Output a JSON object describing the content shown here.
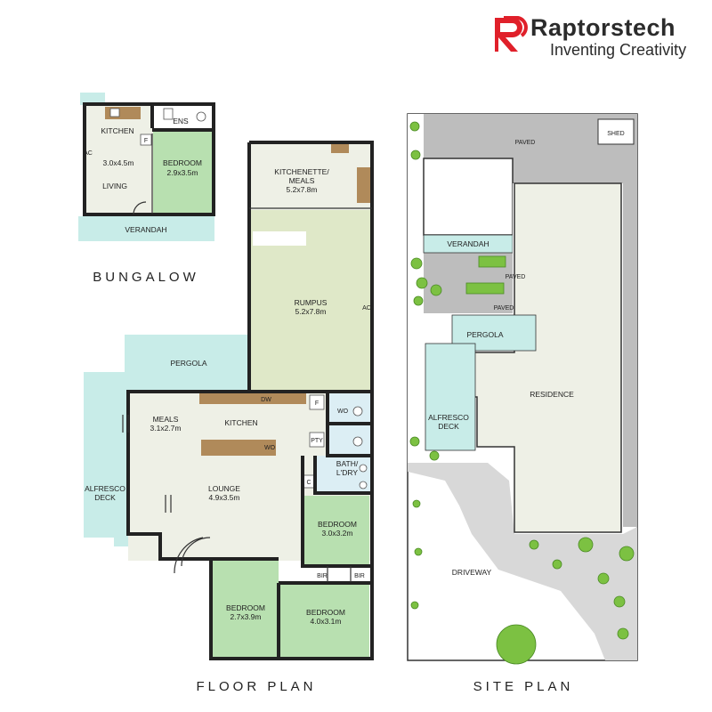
{
  "brand": {
    "name": "Raptorstech",
    "tagline": "Inventing Creativity",
    "colors": {
      "logo_red": "#e0202a",
      "text": "#2b2b2b"
    }
  },
  "colors": {
    "living_area": "#eef0e6",
    "bedroom": "#b8e0b0",
    "outdoor": "#c8ece8",
    "paved": "#bdbdbd",
    "driveway": "#d8d8d8",
    "lawn": "#ffffff",
    "tree": "#7cc142",
    "cabinet": "#b08a5a"
  },
  "bungalow": {
    "caption": "BUNGALOW",
    "rooms": {
      "kitchen": "KITCHEN",
      "kitchen_size": "3.0x4.5m",
      "living": "LIVING",
      "ens": "ENS",
      "bedroom": "BEDROOM",
      "bedroom_size": "2.9x3.5m",
      "verandah": "VERANDAH",
      "fridge": "F",
      "ac": "AC"
    }
  },
  "floor_plan": {
    "caption": "FLOOR PLAN",
    "rooms": {
      "kitchenette_line1": "KITCHENETTE/",
      "kitchenette_line2": "MEALS",
      "kitchenette_size": "5.2x7.8m",
      "rumpus": "RUMPUS",
      "rumpus_size": "5.2x7.8m",
      "rumpus_ac": "AC",
      "pergola": "PERGOLA",
      "meals": "MEALS",
      "meals_size": "3.1x2.7m",
      "kitchen": "KITCHEN",
      "dw": "DW",
      "fridge": "F",
      "wo1": "WO",
      "wo2": "WO",
      "pty": "PTY",
      "bath_line1": "BATH/",
      "bath_line2": "L'DRY",
      "c": "C",
      "alfresco_line1": "ALFRESCO",
      "alfresco_line2": "DECK",
      "lounge": "LOUNGE",
      "lounge_size": "4.9x3.5m",
      "bed1": "BEDROOM",
      "bed1_size": "3.0x3.2m",
      "bir1": "BIR",
      "bir2": "BIR",
      "bed2": "BEDROOM",
      "bed2_size": "2.7x3.9m",
      "bed3": "BEDROOM",
      "bed3_size": "4.0x3.1m"
    }
  },
  "site_plan": {
    "caption": "SITE PLAN",
    "labels": {
      "shed": "SHED",
      "paved_top": "PAVED",
      "verandah": "VERANDAH",
      "paved_mid": "PAVED",
      "paved_low": "PAVED",
      "pergola": "PERGOLA",
      "residence": "RESIDENCE",
      "alfresco_line1": "ALFRESCO",
      "alfresco_line2": "DECK",
      "driveway": "DRIVEWAY"
    }
  }
}
